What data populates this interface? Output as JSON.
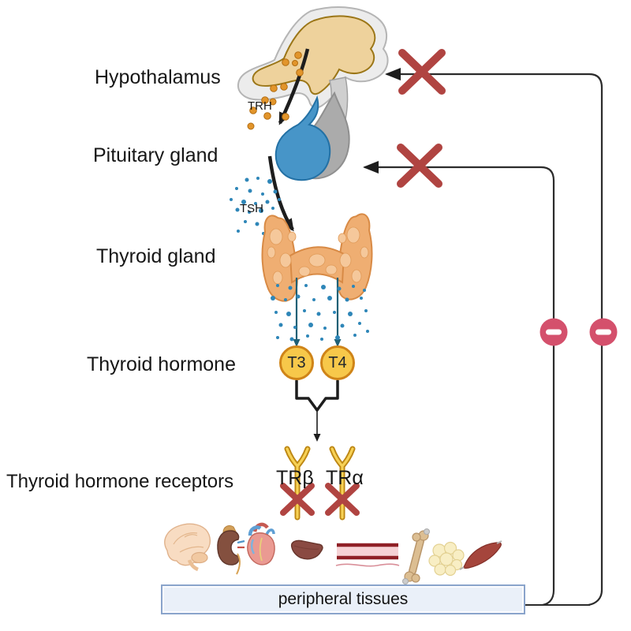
{
  "labels": {
    "hypothalamus": "Hypothalamus",
    "pituitary_gland": "Pituitary gland",
    "thyroid_gland": "Thyroid gland",
    "thyroid_hormone": "Thyroid hormone",
    "thyroid_hormone_receptors": "Thyroid hormone receptors"
  },
  "annotations": {
    "trh": "TRH",
    "tsh": "TSH"
  },
  "hormones": {
    "t3": "T3",
    "t4": "T4"
  },
  "receptors": {
    "beta": "TRβ",
    "alpha": "TRα"
  },
  "peripheral_box": {
    "label": "peripheral tissues"
  },
  "organ_icons": [
    "brain-icon",
    "kidney-icon",
    "heart-icon",
    "liver-icon",
    "blood-vessel-icon",
    "bone-icon",
    "adipose-tissue-icon",
    "muscle-icon"
  ],
  "symbol_icons": [
    "cross-icon",
    "cross-icon",
    "cross-icon",
    "cross-icon",
    "minus-icon",
    "minus-icon"
  ],
  "colors": {
    "inhibition_cross": "#b04441",
    "inhibition_minus": "#d4506c",
    "hormone_fill": "#f7c84a",
    "hormone_border": "#cf8418",
    "box_fill": "#eaf0f9",
    "box_border": "#8aa4cb",
    "secretion_dot_blue": "#2e86b8",
    "secretion_dot_orange": "#e2952b",
    "thyroid_fill": "#efae72",
    "pituitary_blue": "#4795c8",
    "arrow_black": "#1d1d1d",
    "arrow_teal": "#1f6075"
  }
}
